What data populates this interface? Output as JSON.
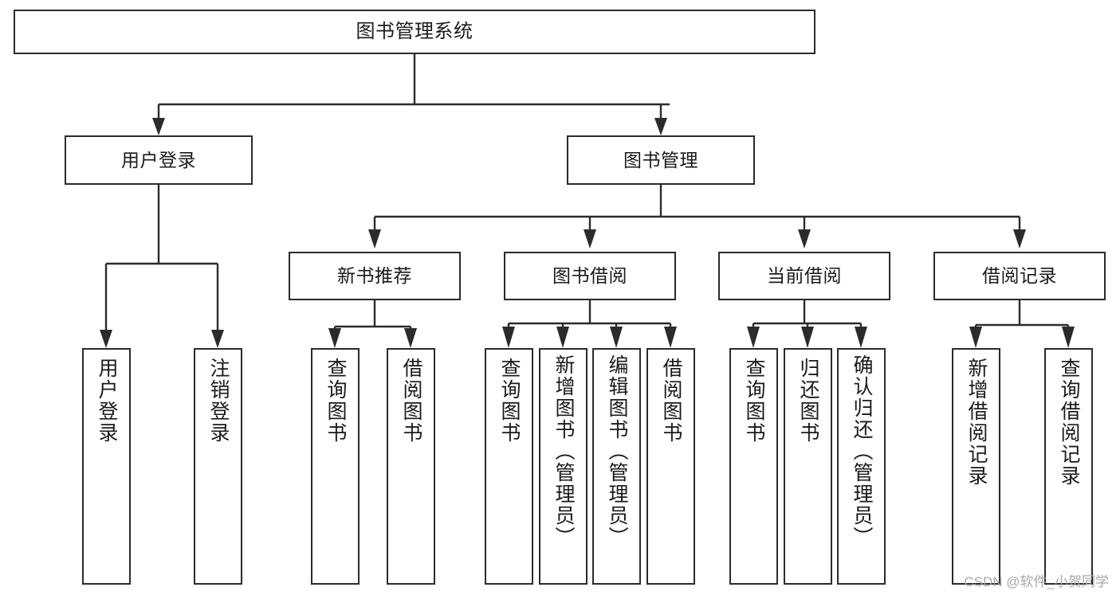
{
  "diagram": {
    "type": "tree",
    "title": "图书管理系统",
    "watermark": "CSDN @软件_小贺同学",
    "colors": {
      "box_border": "#2b2b2b",
      "box_fill": "#ffffff",
      "connector": "#2b2b2b",
      "text": "#1a1a1a",
      "watermark": "#a8a8a8",
      "background": "#ffffff"
    },
    "nodes": {
      "root": {
        "label": "图书管理系统"
      },
      "level2": [
        {
          "label": "用户登录"
        },
        {
          "label": "图书管理"
        }
      ],
      "level3": [
        {
          "label": "新书推荐"
        },
        {
          "label": "图书借阅"
        },
        {
          "label": "当前借阅"
        },
        {
          "label": "借阅记录"
        }
      ],
      "leaves_user_login": [
        {
          "label": "用户登录"
        },
        {
          "label": "注销登录"
        }
      ],
      "leaves_new_book": [
        {
          "label": "查询图书"
        },
        {
          "label": "借阅图书"
        }
      ],
      "leaves_borrow": [
        {
          "label": "查询图书"
        },
        {
          "label": "新增图书（管理员）"
        },
        {
          "label": "编辑图书（管理员）"
        },
        {
          "label": "借阅图书"
        }
      ],
      "leaves_current": [
        {
          "label": "查询图书"
        },
        {
          "label": "归还图书"
        },
        {
          "label": "确认归还（管理员）"
        }
      ],
      "leaves_records": [
        {
          "label": "新增借阅记录"
        },
        {
          "label": "查询借阅记录"
        }
      ]
    }
  }
}
